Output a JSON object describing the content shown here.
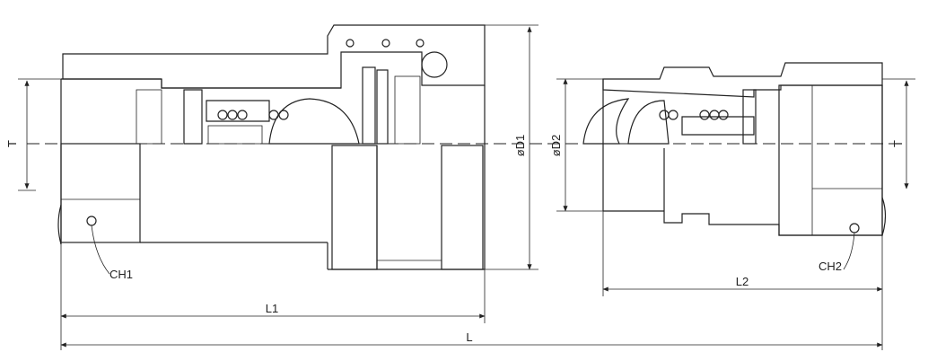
{
  "labels": {
    "T_left": "T",
    "T_right": "T",
    "D1": "øD1",
    "D2": "øD2",
    "CH1": "CH1",
    "CH2": "CH2",
    "L1": "L1",
    "L2": "L2",
    "L": "L"
  }
}
